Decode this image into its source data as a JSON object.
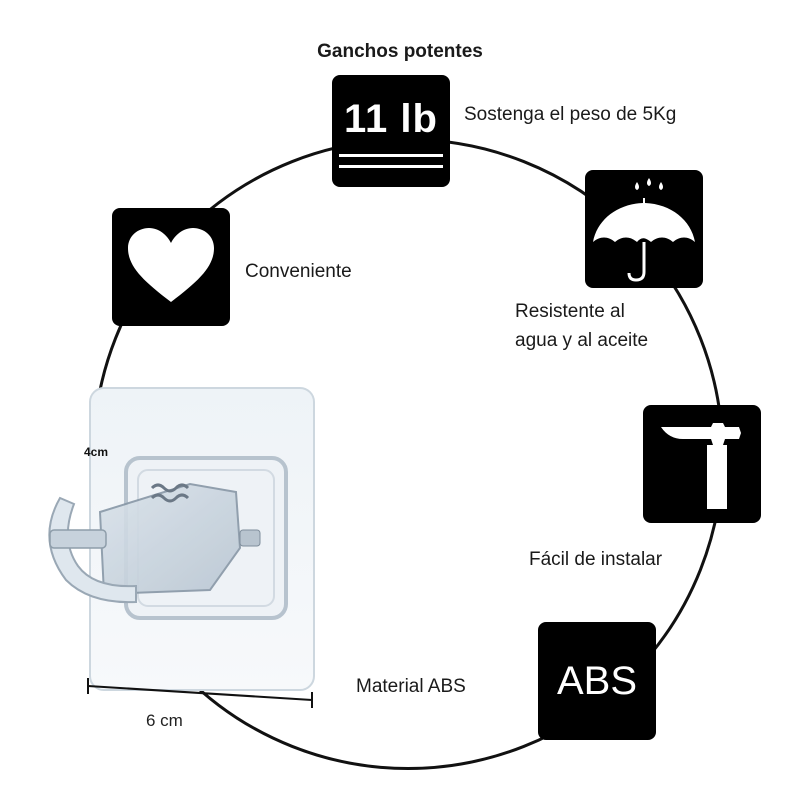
{
  "title": "Ganchos potentes",
  "features": {
    "weight": {
      "icon": "weight-11lb-icon",
      "tile_text": "11 lb",
      "label": "Sostenga el peso de 5Kg"
    },
    "waterproof": {
      "icon": "umbrella-icon",
      "label_line1": "Resistente al",
      "label_line2": "agua y al aceite"
    },
    "install": {
      "icon": "hammer-icon",
      "label": "Fácil de instalar"
    },
    "material": {
      "icon": "abs-icon",
      "tile_text": "ABS",
      "label": "Material ABS"
    },
    "convenient": {
      "icon": "heart-icon",
      "label": "Conveniente"
    }
  },
  "product": {
    "image": "transparent-adhesive-curtain-rod-hook",
    "dimension_height": "4cm",
    "dimension_width": "6 cm"
  },
  "colors": {
    "tile": "#000000",
    "ring": "#111111",
    "background": "#ffffff"
  }
}
